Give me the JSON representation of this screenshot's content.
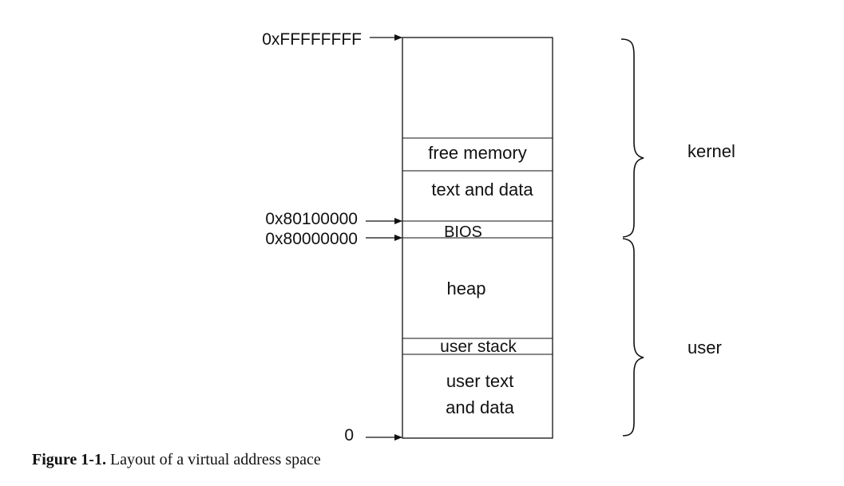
{
  "figure": {
    "addresses": {
      "top": "0xFFFFFFFF",
      "kernbase": "0x80100000",
      "kernbase_low": "0x80000000",
      "zero": "0"
    },
    "regions": {
      "free_memory": "free memory",
      "text_and_data": "text and data",
      "bios": "BIOS",
      "heap": "heap",
      "user_stack": "user stack",
      "user_text_line1": "user text",
      "user_text_line2": "and data"
    },
    "brackets": {
      "kernel": "kernel",
      "user": "user"
    },
    "caption": {
      "number": "Figure 1-1.",
      "text": "Layout of a virtual address space"
    }
  }
}
